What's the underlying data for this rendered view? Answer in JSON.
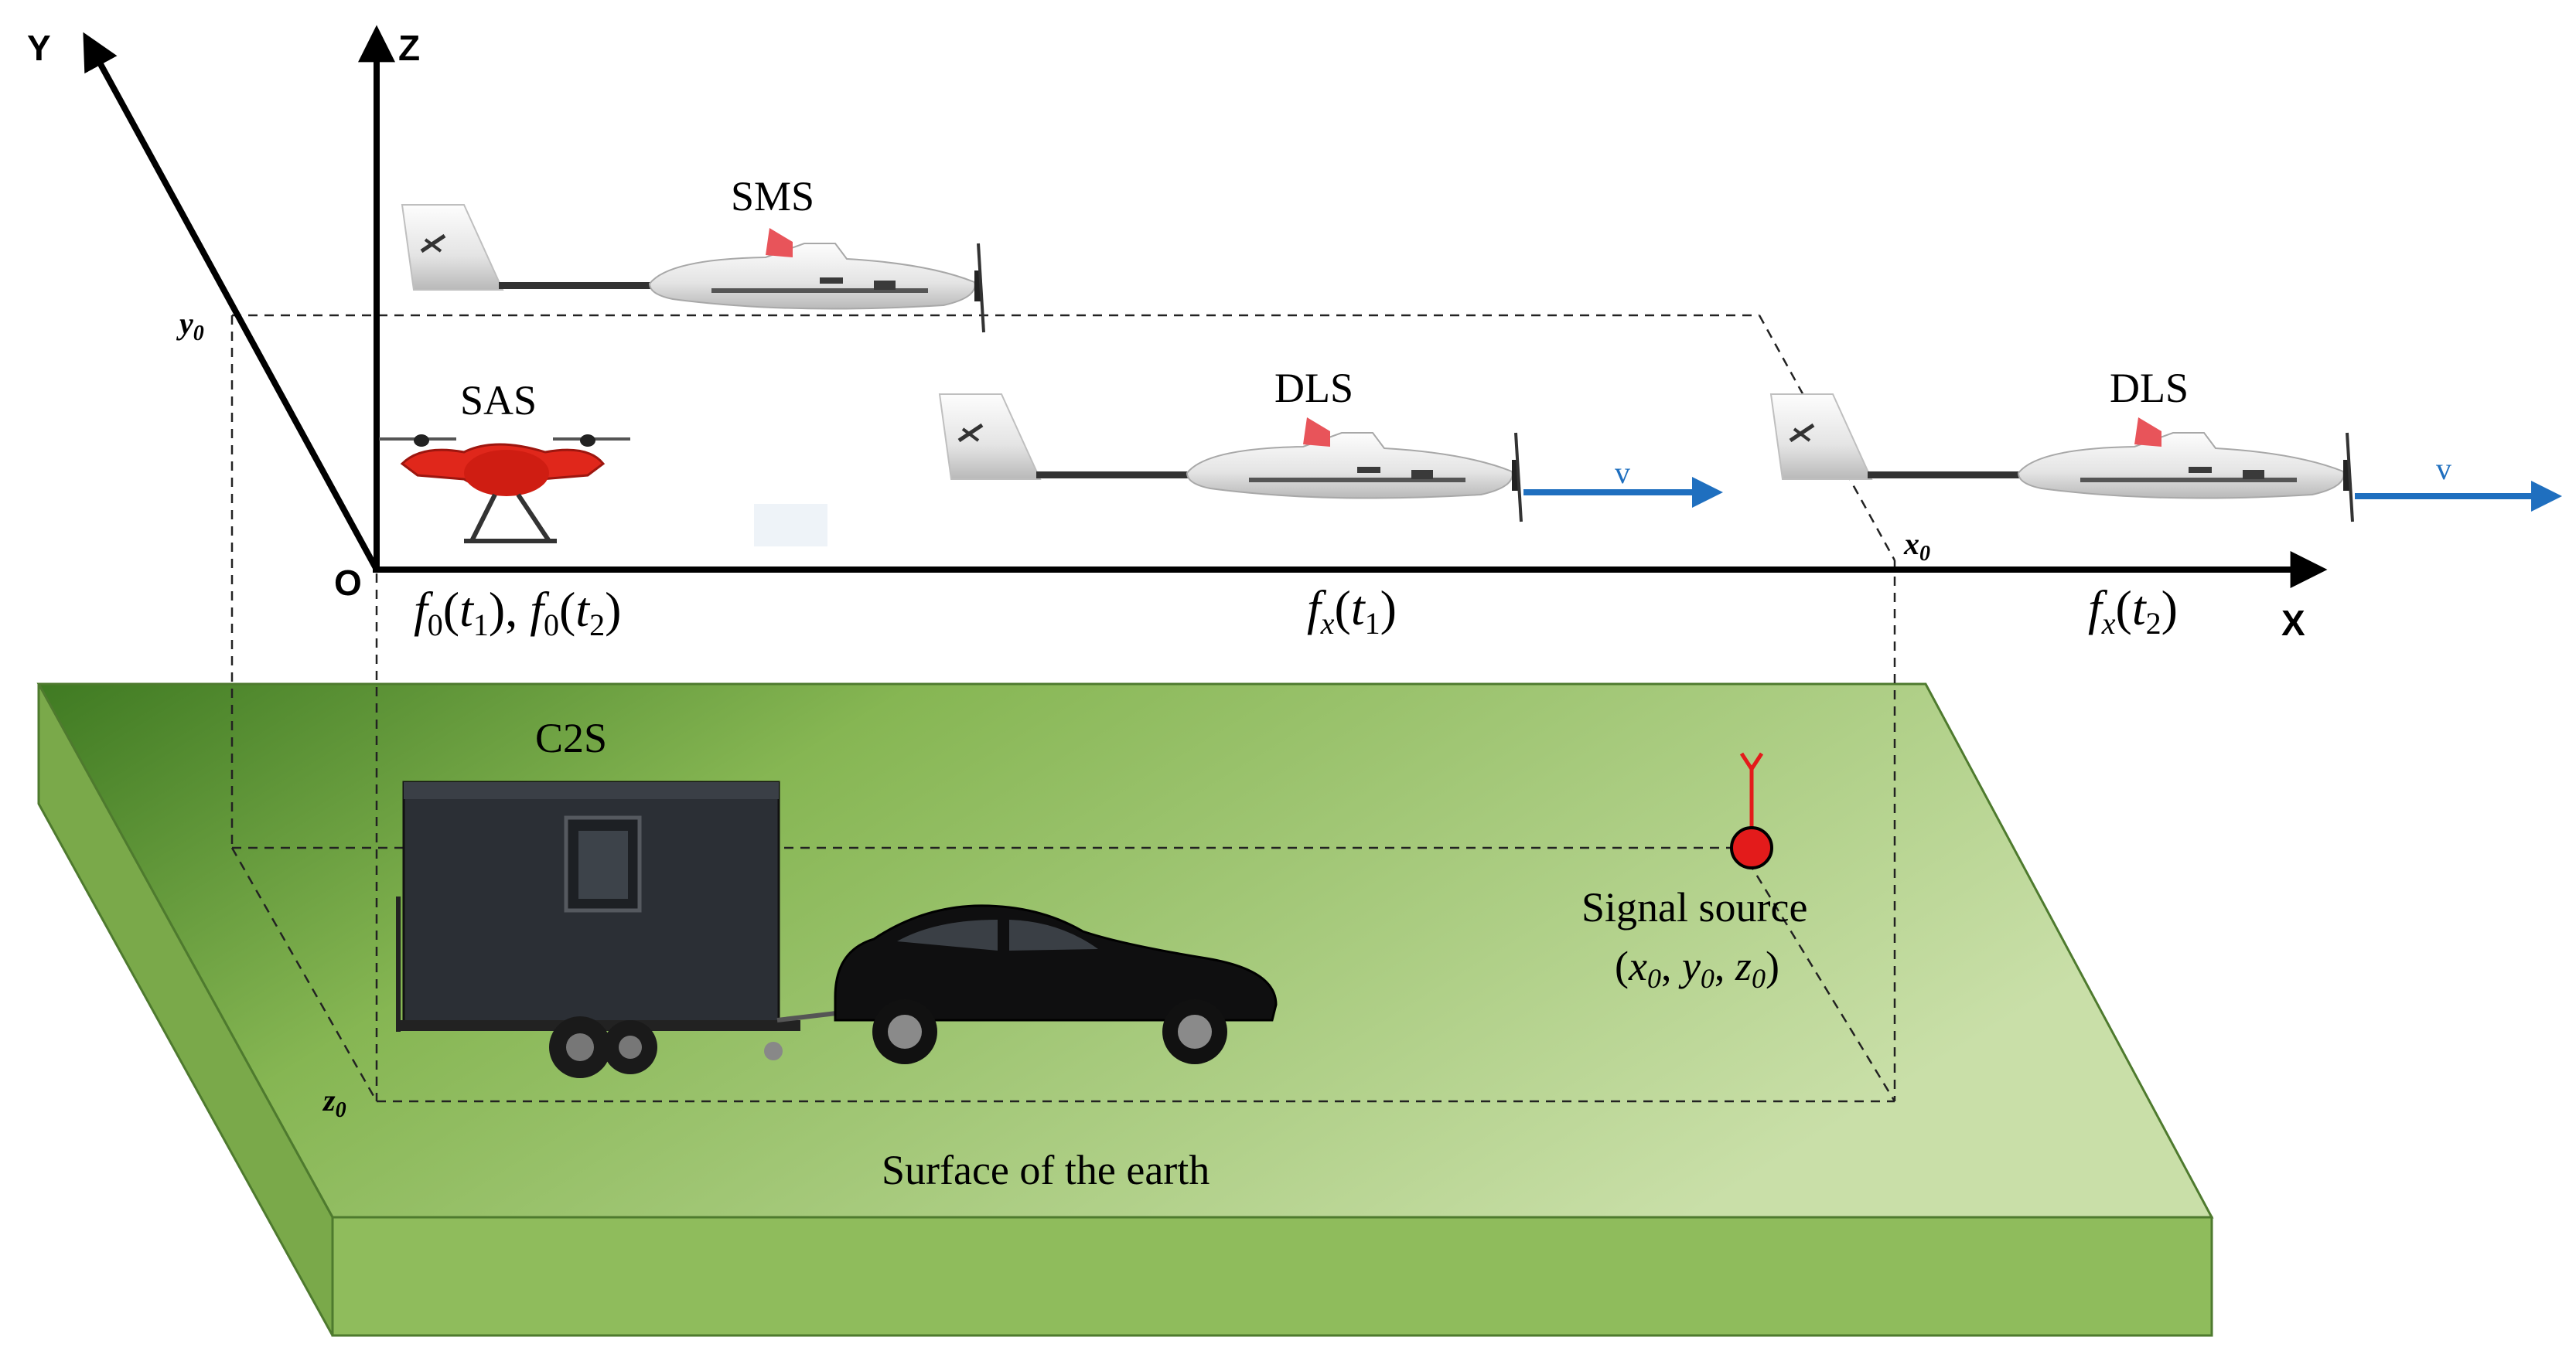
{
  "axes": {
    "y_label": "Y",
    "z_label": "Z",
    "x_label": "X",
    "origin_label": "O",
    "y0_label": "y",
    "y0_sub": "0",
    "x0_label": "x",
    "x0_sub": "0",
    "z0_label": "z",
    "z0_sub": "0"
  },
  "aircraft": {
    "sms_label": "SMS",
    "sas_label": "SAS",
    "dls1_label": "DLS",
    "dls2_label": "DLS",
    "velocity_label_1": "v",
    "velocity_label_2": "v",
    "velocity_color": "#1f6fbf"
  },
  "frequencies": {
    "f0_part_a": "f",
    "f0_sub_a": "0",
    "f0_arg_a": "t",
    "f0_argsub_a": "1",
    "f0_part_b": "f",
    "f0_sub_b": "0",
    "f0_arg_b": "t",
    "f0_argsub_b": "2",
    "fx1": "f",
    "fx1_sub": "x",
    "fx1_arg": "t",
    "fx1_argsub": "1",
    "fx2": "f",
    "fx2_sub": "x",
    "fx2_arg": "t",
    "fx2_argsub": "2"
  },
  "ground": {
    "c2s_label": "C2S",
    "signal_source_label": "Signal source",
    "signal_coord_x": "x",
    "signal_coord_y": "y",
    "signal_coord_z": "z",
    "signal_coord_sub": "0",
    "surface_label": "Surface of the earth",
    "surface_color": "#9dc36a",
    "signal_color": "#e31b1b"
  }
}
